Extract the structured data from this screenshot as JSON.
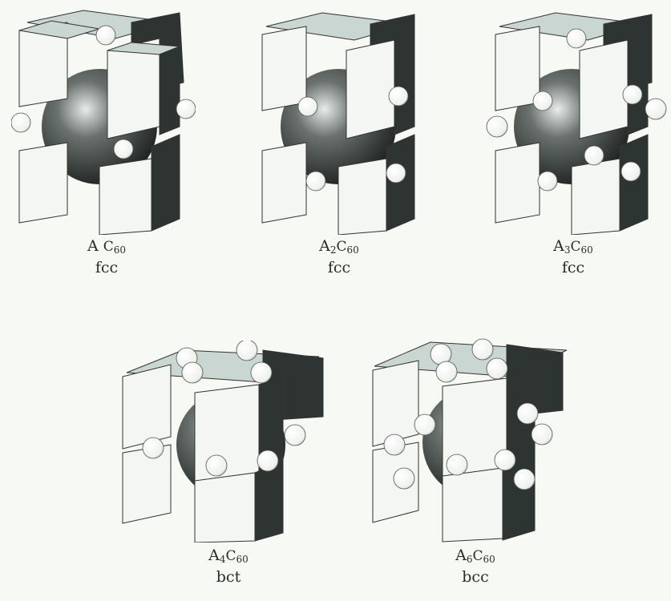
{
  "cells": [
    {
      "formula_prefix": "A",
      "formula_sub1": "",
      "formula_c": "C",
      "formula_sub2": "60",
      "structure": "fcc"
    },
    {
      "formula_prefix": "A",
      "formula_sub1": "2",
      "formula_c": "C",
      "formula_sub2": "60",
      "structure": "fcc"
    },
    {
      "formula_prefix": "A",
      "formula_sub1": "3",
      "formula_c": "C",
      "formula_sub2": "60",
      "structure": "fcc"
    },
    {
      "formula_prefix": "A",
      "formula_sub1": "4",
      "formula_c": "C",
      "formula_sub2": "60",
      "structure": "bct"
    },
    {
      "formula_prefix": "A",
      "formula_sub1": "6",
      "formula_c": "C",
      "formula_sub2": "60",
      "structure": "bcc"
    }
  ],
  "colors": {
    "background": "#f7f9f5",
    "cube_top": "#c9d6d2",
    "cube_front": "#f4f6f3",
    "cube_side": "#2e3431",
    "dopant": "#ffffff"
  }
}
